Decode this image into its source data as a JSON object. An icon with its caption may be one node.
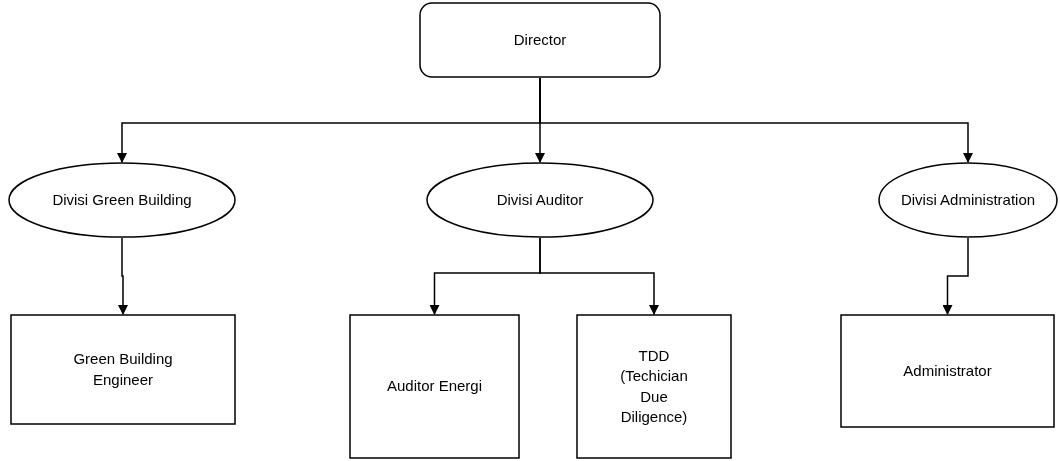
{
  "diagram": {
    "nodes": [
      {
        "text": [
          "Director"
        ]
      },
      {
        "text": [
          "Divisi Green Building"
        ]
      },
      {
        "text": [
          "Divisi Auditor"
        ]
      },
      {
        "text": [
          "Divisi Administration"
        ]
      },
      {
        "text": [
          "Green Building Engineer"
        ]
      },
      {
        "text": [
          "Auditor Energi"
        ]
      },
      {
        "text": [
          "TDD (Techician Due Diligence)"
        ]
      },
      {
        "text": [
          "Administrator"
        ]
      }
    ],
    "edges": [
      {
        "from": 0,
        "to": 1,
        "arrow": "to"
      },
      {
        "from": 0,
        "to": 2,
        "arrow": "to"
      },
      {
        "from": 0,
        "to": 3,
        "arrow": "to"
      },
      {
        "from": 1,
        "to": 4,
        "arrow": "to"
      },
      {
        "from": 2,
        "to": 5,
        "arrow": "to"
      },
      {
        "from": 2,
        "to": 6,
        "arrow": "to"
      },
      {
        "from": 3,
        "to": 7,
        "arrow": "to"
      }
    ]
  }
}
